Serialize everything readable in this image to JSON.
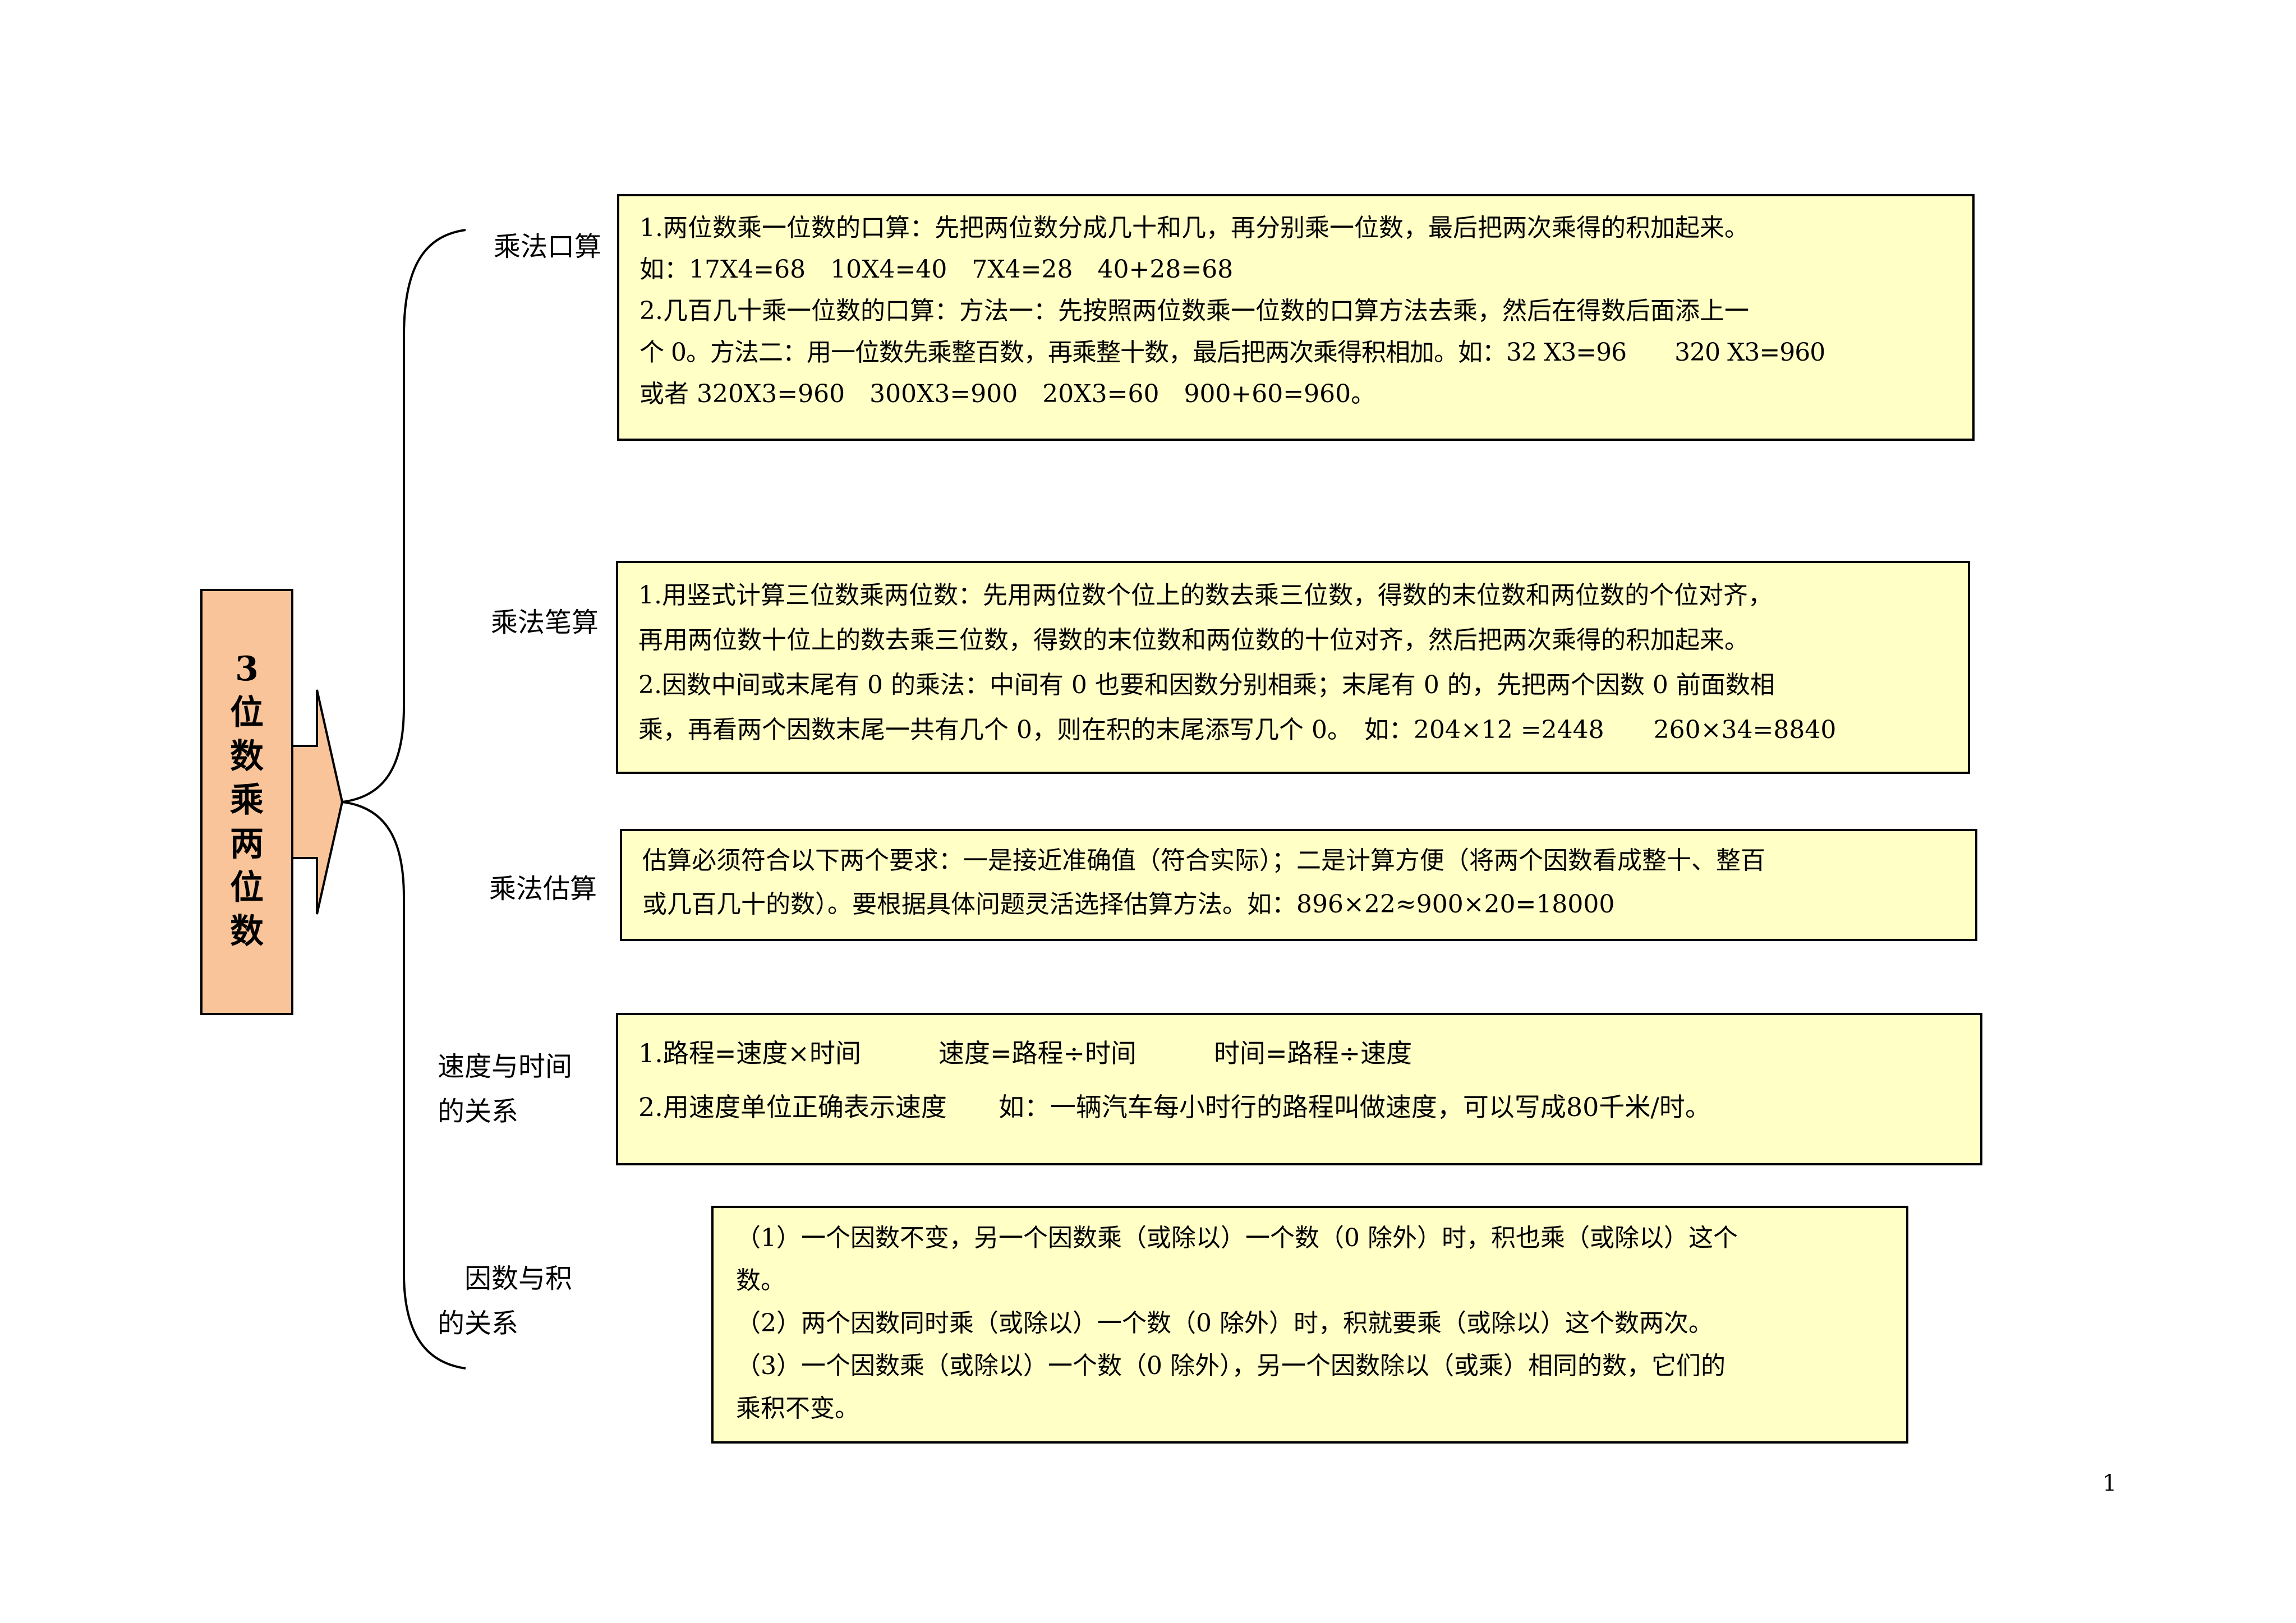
{
  "title_chars": [
    "3",
    "位",
    "数",
    "乘",
    "两",
    "位",
    "数"
  ],
  "branches": [
    {
      "label": "乘法口算",
      "lines": [
        "1.两位数乘一位数的口算：先把两位数分成几十和几，再分别乘一位数，最后把两次乘得的积加起来。",
        "如：17X4=68　10X4=40　7X4=28　40+28=68",
        "2.几百几十乘一位数的口算：方法一：先按照两位数乘一位数的口算方法去乘，然后在得数后面添上一",
        "个 0。方法二：用一位数先乘整百数，再乘整十数，最后把两次乘得积相加。如：32 X3=96　　320 X3=960",
        "或者 320X3=960　300X3=900　20X3=60　900+60=960。"
      ]
    },
    {
      "label": "乘法笔算",
      "lines": [
        "1.用竖式计算三位数乘两位数：先用两位数个位上的数去乘三位数，得数的末位数和两位数的个位对齐，",
        "再用两位数十位上的数去乘三位数，得数的末位数和两位数的十位对齐，然后把两次乘得的积加起来。",
        "2.因数中间或末尾有 0 的乘法：中间有 0 也要和因数分别相乘；末尾有 0 的，先把两个因数 0 前面数相",
        "乘，再看两个因数末尾一共有几个 0，则在积的末尾添写几个 0。　如：204×12 =2448　　260×34=8840"
      ]
    },
    {
      "label": "乘法估算",
      "lines": [
        "估算必须符合以下两个要求：一是接近准确值（符合实际）；二是计算方便（将两个因数看成整十、整百",
        "或几百几十的数）。要根据具体问题灵活选择估算方法。如：896×22≈900×20=18000"
      ]
    },
    {
      "label": "速度与时间\n的关系",
      "lines": [
        "1.路程=速度×时间　　　速度=路程÷时间　　　时间=路程÷速度",
        "2.用速度单位正确表示速度　　如：一辆汽车每小时行的路程叫做速度，可以写成80千米/时。"
      ]
    },
    {
      "label": "　因数与积\n的关系",
      "lines": [
        "（1）一个因数不变，另一个因数乘（或除以）一个数（0 除外）时，积也乘（或除以）这个",
        "数。",
        "（2）两个因数同时乘（或除以）一个数（0 除外）时，积就要乘（或除以）这个数两次。",
        "（3）一个因数乘（或除以）一个数（0 除外），另一个因数除以（或乘）相同的数，它们的",
        "乘积不变。"
      ]
    }
  ],
  "page_number": "1"
}
